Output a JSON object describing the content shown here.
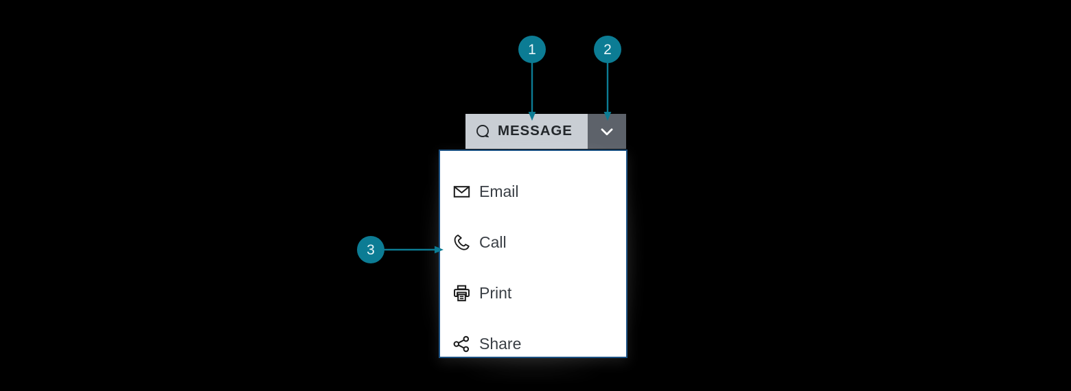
{
  "theme": {
    "accent_teal": "#0c7c94",
    "menu_border_blue": "#1b5183",
    "button_bg": "#c9ced4",
    "toggle_bg": "#5d626a",
    "menu_bg": "#ffffff",
    "text_dark": "#23272b",
    "menu_text": "#3a3f45",
    "page_bg": "#000000"
  },
  "split_button": {
    "label": "MESSAGE",
    "icon": "message-bubble-icon",
    "toggle_icon": "chevron-down-icon"
  },
  "dropdown": {
    "expanded": true,
    "items": [
      {
        "label": "Email",
        "icon": "envelope-icon"
      },
      {
        "label": "Call",
        "icon": "phone-icon"
      },
      {
        "label": "Print",
        "icon": "printer-icon"
      },
      {
        "label": "Share",
        "icon": "share-nodes-icon"
      }
    ]
  },
  "callouts": [
    {
      "number": "1",
      "direction": "down",
      "target": "split-button-message-action"
    },
    {
      "number": "2",
      "direction": "down",
      "target": "split-button-dropdown-toggle"
    },
    {
      "number": "3",
      "direction": "right",
      "target": "dropdown-menu-panel"
    }
  ]
}
